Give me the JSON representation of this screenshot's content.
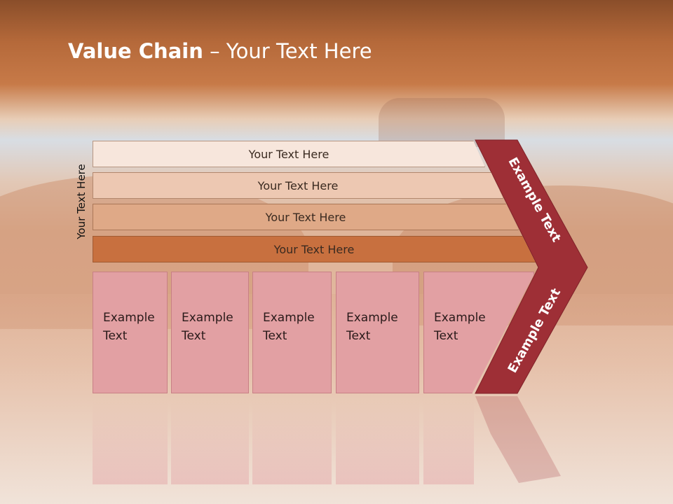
{
  "slide": {
    "title_bold": "Value Chain",
    "title_rest": " – Your Text Here",
    "side_label": "Your Text Here",
    "bars": [
      "Your Text Here",
      "Your Text Here",
      "Your Text Here",
      "Your Text Here"
    ],
    "cells": [
      {
        "line1": "Example",
        "line2": "Text"
      },
      {
        "line1": "Example",
        "line2": "Text"
      },
      {
        "line1": "Example",
        "line2": "Text"
      },
      {
        "line1": "Example",
        "line2": "Text"
      },
      {
        "line1": "Example",
        "line2": "Text"
      }
    ],
    "chevron_upper_label": "Example Text",
    "chevron_lower_label": "Example Text"
  },
  "colors": {
    "bar_1": "#f7e6dc",
    "bar_2": "#edc8b2",
    "bar_3": "#dfa987",
    "bar_4": "#c8703f",
    "cell_fill": "#e2a0a3",
    "chevron": "#9e2f36"
  }
}
